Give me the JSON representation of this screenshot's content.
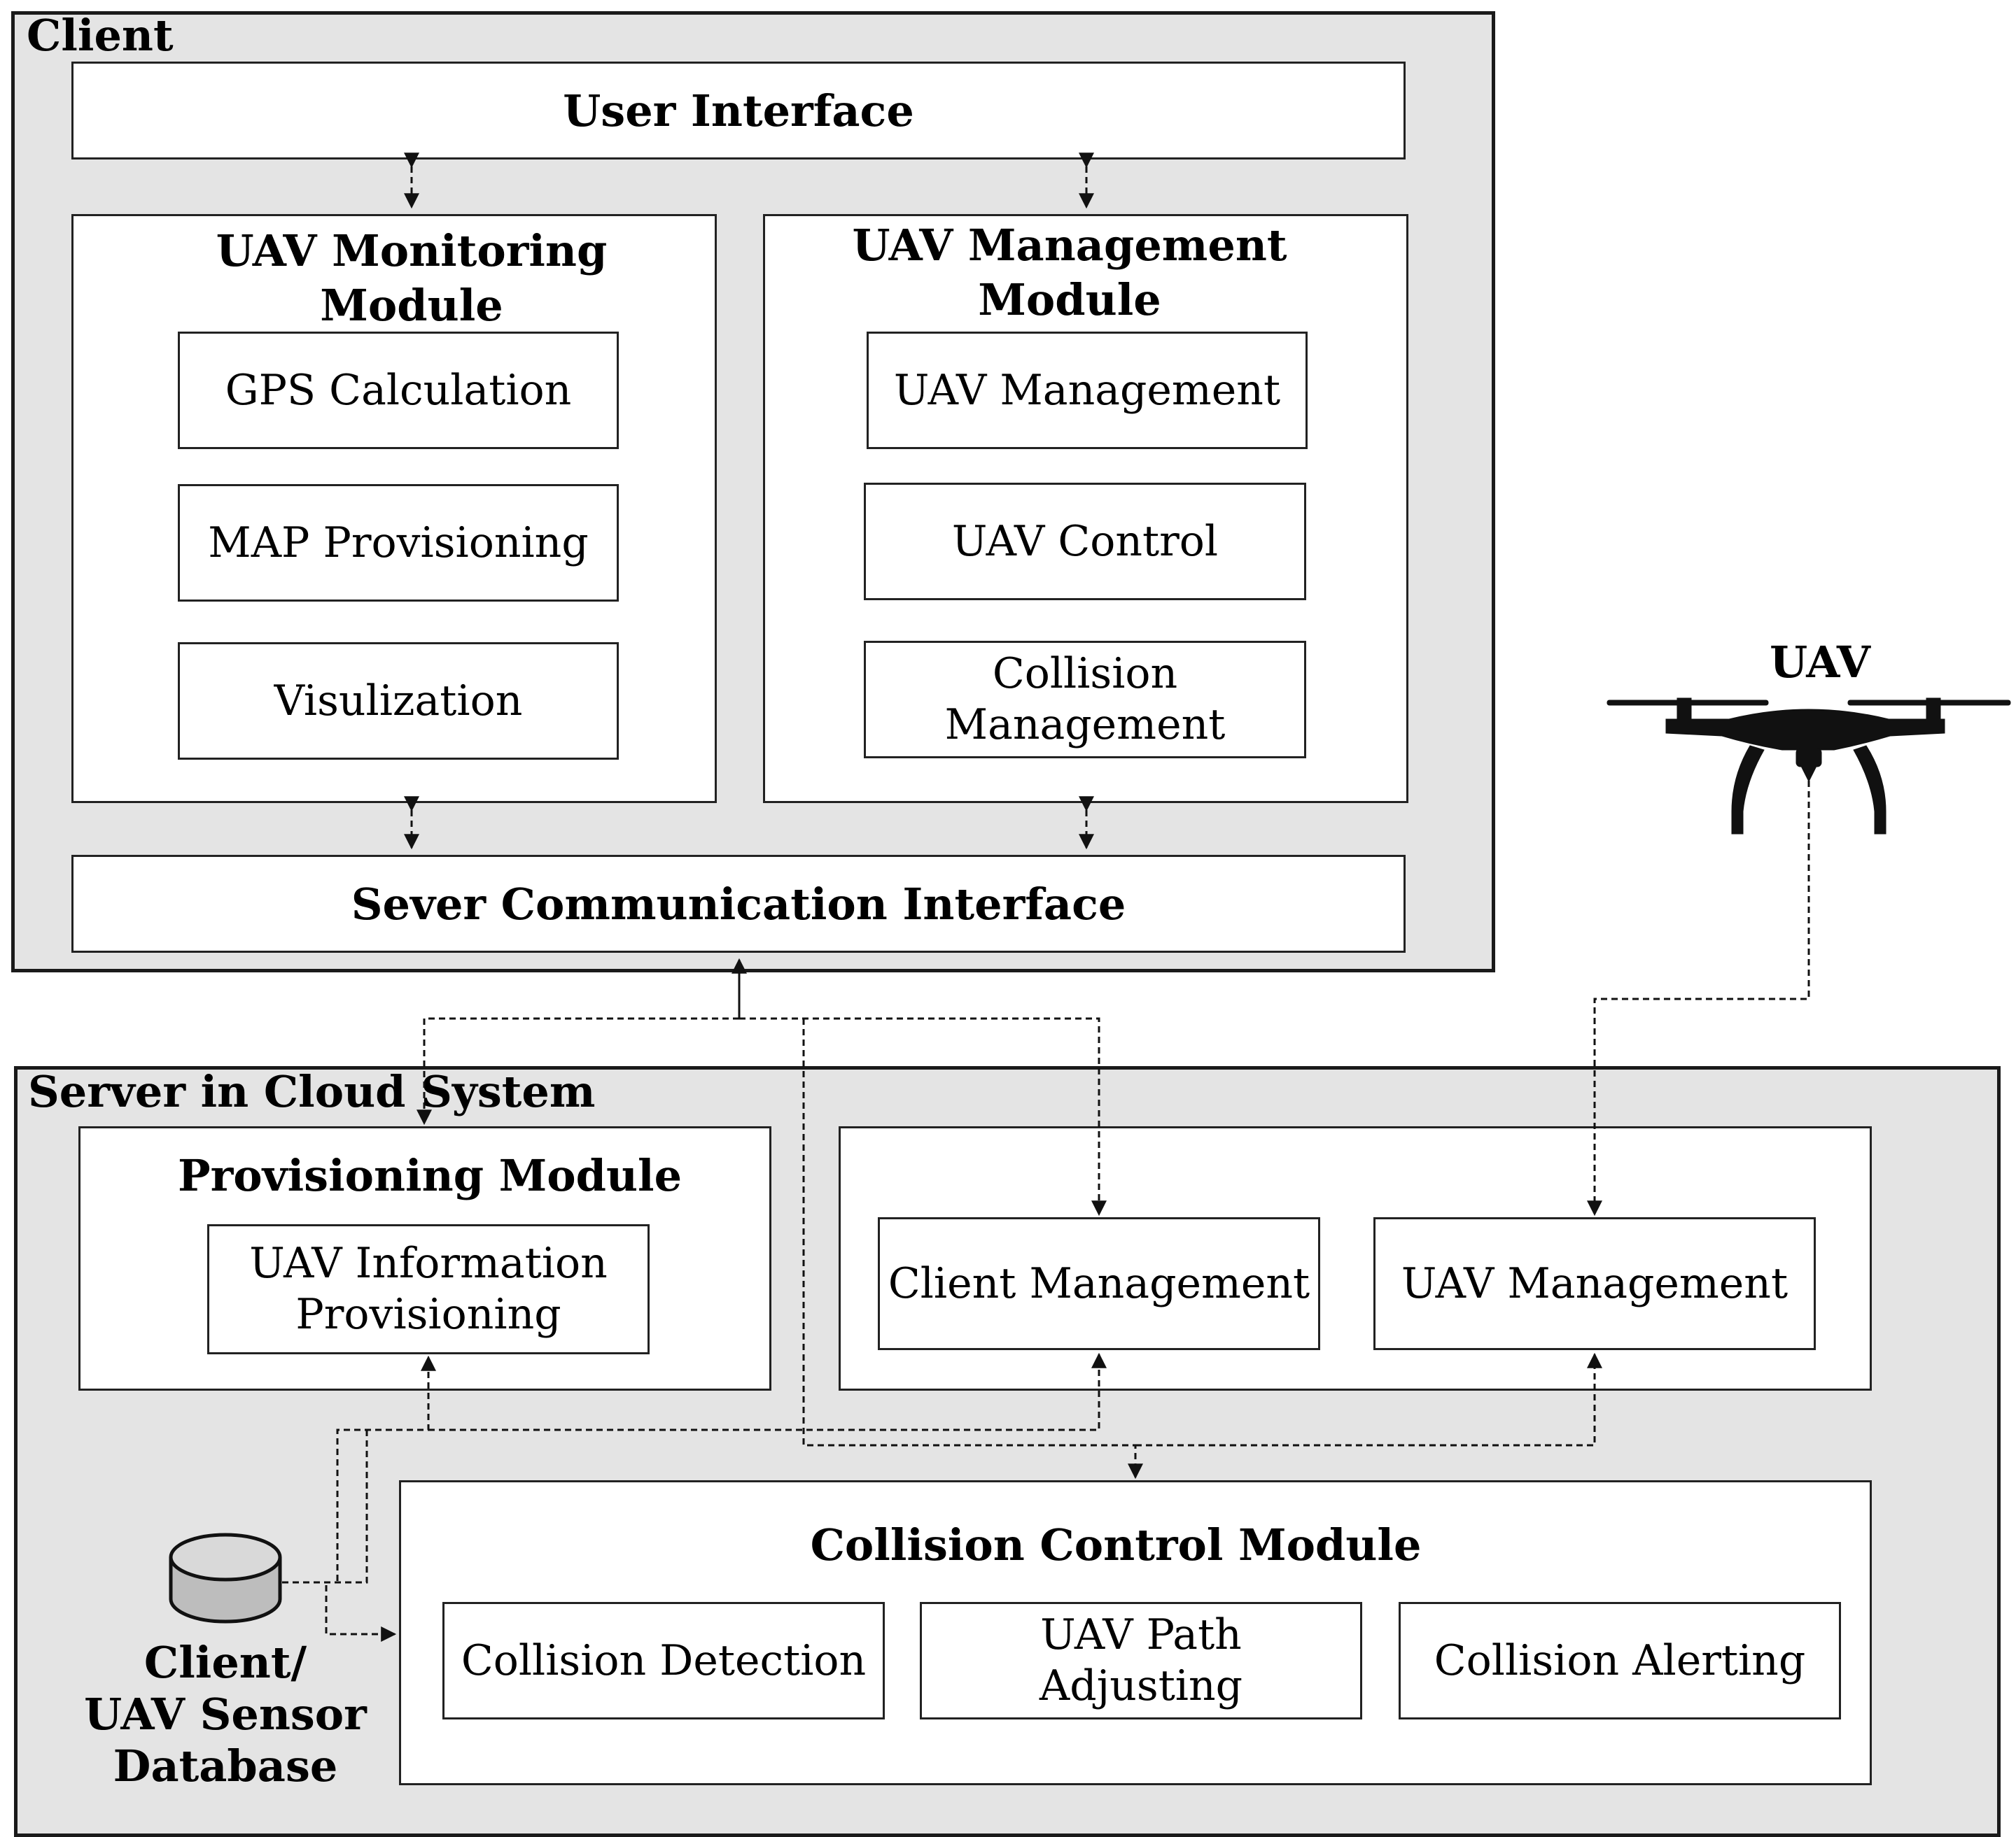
{
  "client": {
    "title": "Client",
    "user_interface": "User Interface",
    "monitoring_module": {
      "title_line1": "UAV Monitoring",
      "title_line2": "Module",
      "items": [
        "GPS Calculation",
        "MAP Provisioning",
        "Visulization"
      ]
    },
    "management_module": {
      "title_line1": "UAV Management",
      "title_line2": "Module",
      "items": [
        "UAV Management",
        "UAV Control"
      ],
      "collision_line1": "Collision",
      "collision_line2": "Management"
    },
    "server_comm_interface": "Sever Communication Interface"
  },
  "uav": {
    "label": "UAV",
    "icon": "drone-icon"
  },
  "server": {
    "title": "Server in Cloud System",
    "provisioning_module": {
      "title": "Provisioning Module",
      "item_line1": "UAV Information",
      "item_line2": "Provisioning"
    },
    "management_module": {
      "title": "Management Module",
      "items": [
        "Client Management",
        "UAV Management"
      ]
    },
    "collision_control_module": {
      "title": "Collision Control Module",
      "detection": "Collision Detection",
      "path_line1": "UAV Path",
      "path_line2": "Adjusting",
      "alerting": "Collision Alerting"
    },
    "database": {
      "icon": "database-icon",
      "line1": "Client/",
      "line2": "UAV Sensor",
      "line3": "Database"
    }
  }
}
